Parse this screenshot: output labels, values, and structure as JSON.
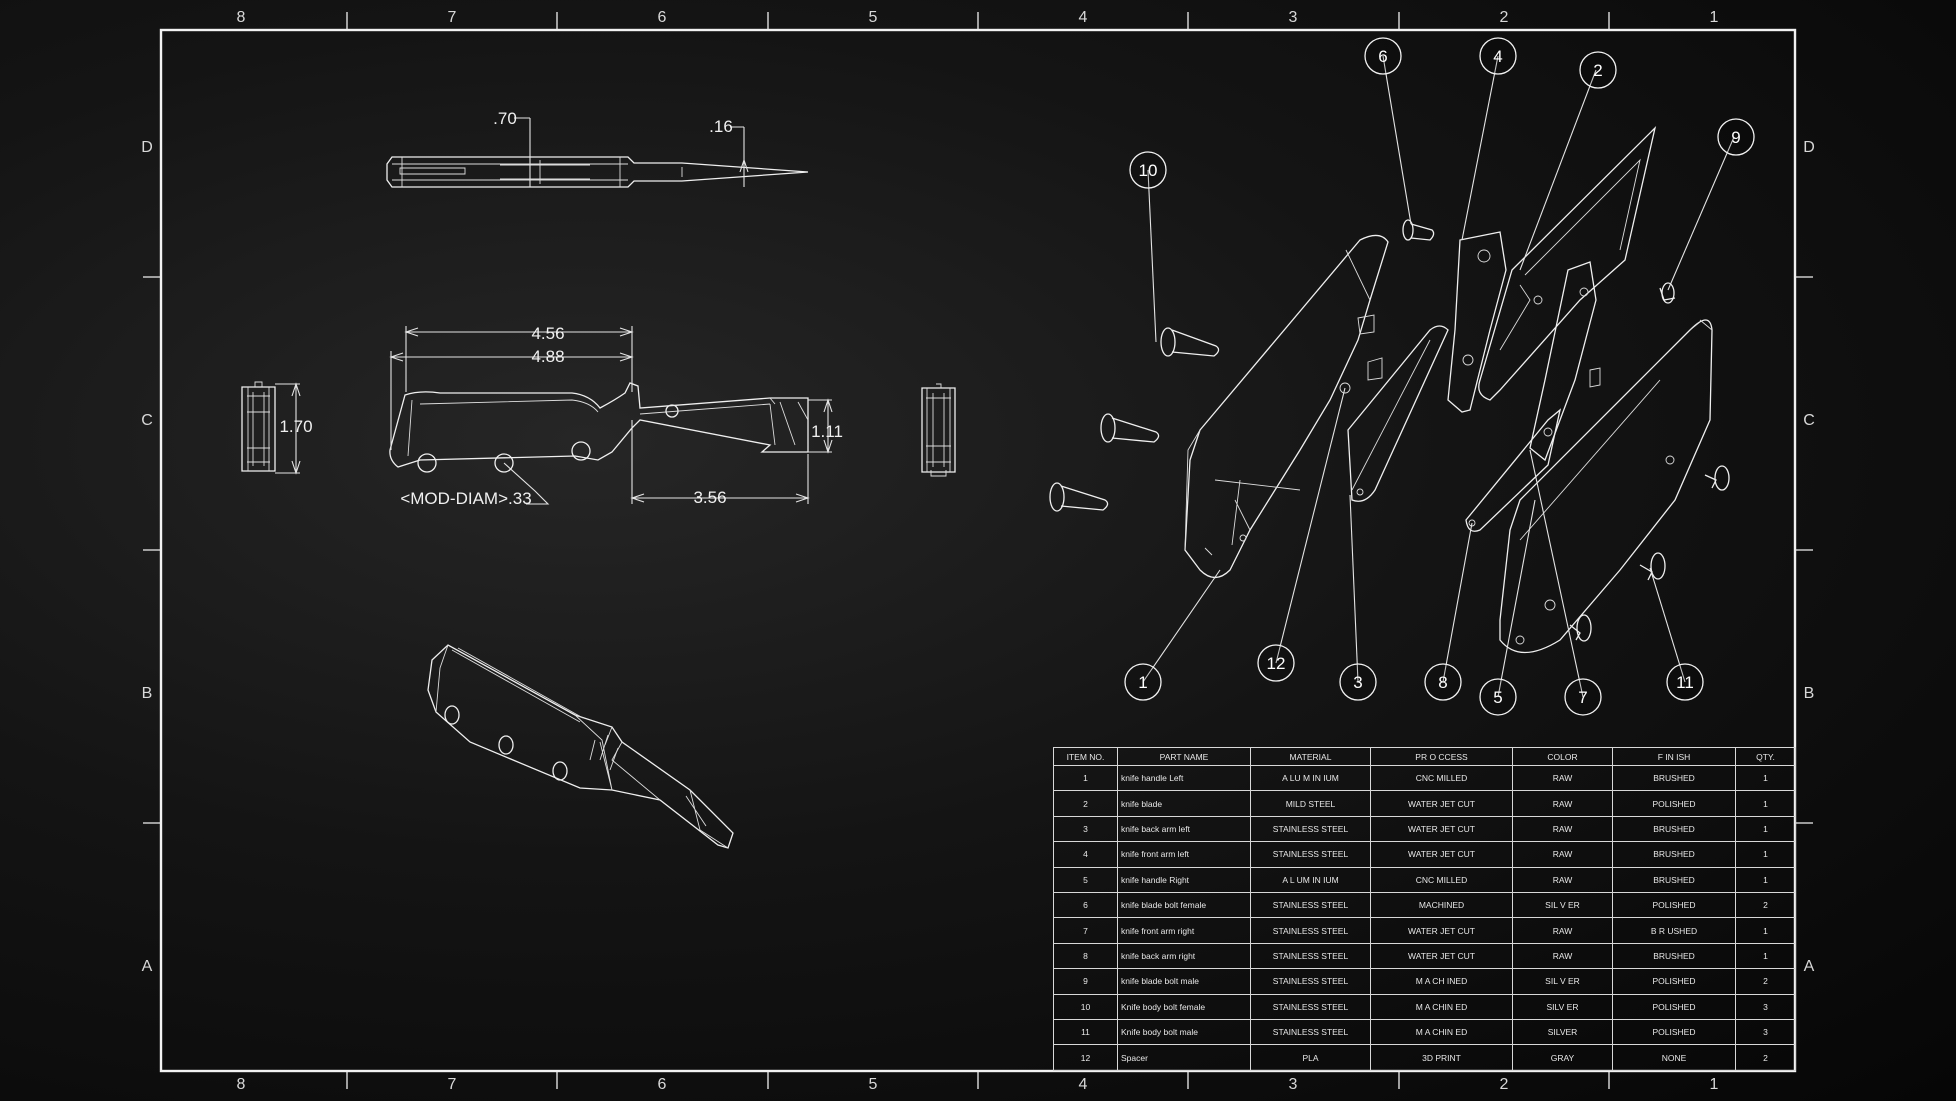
{
  "zones": {
    "columns": [
      "8",
      "7",
      "6",
      "5",
      "4",
      "3",
      "2",
      "1"
    ],
    "rows": [
      "D",
      "C",
      "B",
      "A"
    ]
  },
  "dimensions": {
    "d70": ".70",
    "d16": ".16",
    "d456": "4.56",
    "d488": "4.88",
    "d170": "1.70",
    "d111": "1.11",
    "d356": "3.56",
    "mod_diam": "<MOD-DIAM>.33"
  },
  "balloons": [
    "1",
    "2",
    "3",
    "4",
    "5",
    "6",
    "7",
    "8",
    "9",
    "10",
    "11",
    "12"
  ],
  "bom": {
    "headers": [
      "ITEM NO.",
      "PART NAME",
      "MATERIAL",
      "PR O CCESS",
      "COLOR",
      "F IN ISH",
      "QTY."
    ],
    "rows": [
      [
        "1",
        "knife handle Left",
        "A LU M IN IUM",
        "CNC MILLED",
        "RAW",
        "BRUSHED",
        "1"
      ],
      [
        "2",
        "knife blade",
        "MILD STEEL",
        "WATER JET CUT",
        "RAW",
        "POLISHED",
        "1"
      ],
      [
        "3",
        "knife back arm left",
        "STAINLESS STEEL",
        "WATER JET CUT",
        "RAW",
        "BRUSHED",
        "1"
      ],
      [
        "4",
        "knife front arm left",
        "STAINLESS STEEL",
        "WATER JET CUT",
        "RAW",
        "BRUSHED",
        "1"
      ],
      [
        "5",
        "knife handle Right",
        "A L UM IN IUM",
        "CNC MILLED",
        "RAW",
        "BRUSHED",
        "1"
      ],
      [
        "6",
        "knife blade bolt female",
        "STAINLESS STEEL",
        "MACHINED",
        "SIL V ER",
        "POLISHED",
        "2"
      ],
      [
        "7",
        "knife front arm right",
        "STAINLESS STEEL",
        "WATER JET CUT",
        "RAW",
        "B R USHED",
        "1"
      ],
      [
        "8",
        "knife back arm right",
        "STAINLESS STEEL",
        "WATER JET CUT",
        "RAW",
        "BRUSHED",
        "1"
      ],
      [
        "9",
        "knife blade bolt male",
        "STAINLESS STEEL",
        "M A CH INED",
        "SIL V ER",
        "POLISHED",
        "2"
      ],
      [
        "10",
        "Knife body bolt female",
        "STAINLESS STEEL",
        "M A CHIN ED",
        "SILV ER",
        "POLISHED",
        "3"
      ],
      [
        "11",
        "Knife body bolt male",
        "STAINLESS STEEL",
        "M A CHIN ED",
        "SILVER",
        "POLISHED",
        "3"
      ],
      [
        "12",
        "Spacer",
        "PLA",
        "3D PRINT",
        "GRAY",
        "NONE",
        "2"
      ]
    ]
  }
}
